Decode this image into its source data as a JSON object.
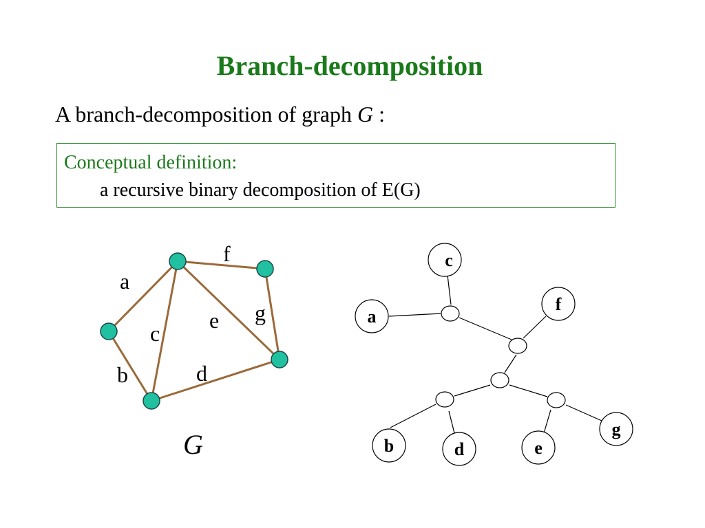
{
  "slide": {
    "title": "Branch-decomposition",
    "intro_text": "A branch-decomposition of graph ",
    "intro_var": "G",
    "intro_suffix": " :",
    "definition": {
      "heading": "Conceptual definition:",
      "body": "a recursive binary decomposition of E(G)"
    }
  },
  "graph": {
    "name": "G",
    "vertex_color": "#20c0a0",
    "edge_color": "#9a6a3a",
    "edge_labels": [
      "a",
      "b",
      "c",
      "d",
      "e",
      "f",
      "g"
    ]
  },
  "tree": {
    "leaves": [
      "a",
      "b",
      "c",
      "d",
      "e",
      "f",
      "g"
    ]
  }
}
